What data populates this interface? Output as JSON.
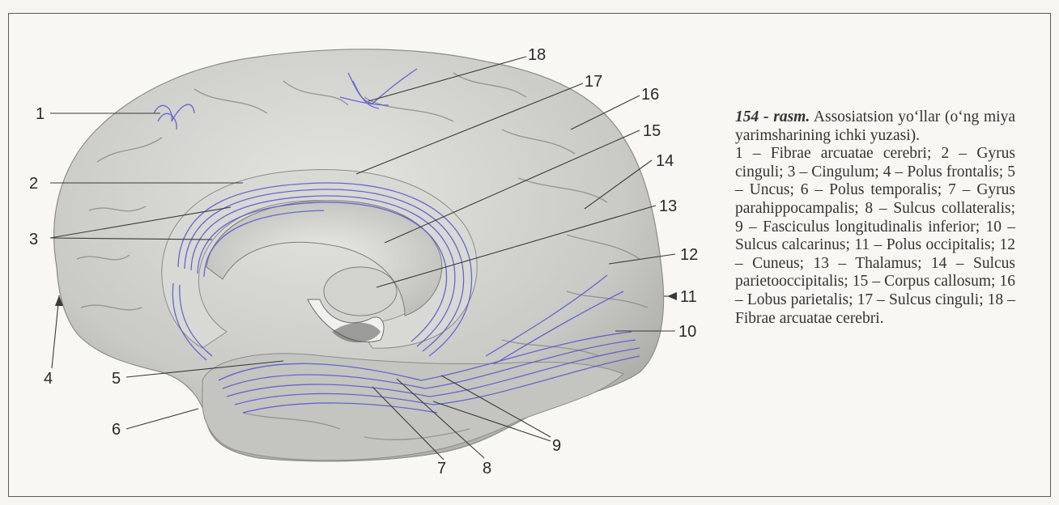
{
  "figure": {
    "number": "154",
    "title_word": "rasm.",
    "caption_head": "Assosiatsion yo‘llar (o‘ng miya yarimsharining ichki yuzasi).",
    "legend": "1 – Fibrae arcuatae cerebri; 2 – Gyrus cinguli; 3 – Cingulum; 4 – Polus frontalis; 5 – Uncus; 6 – Polus temporalis; 7 – Gyrus parahippocampalis; 8 – Sulcus collateralis; 9 – Fasciculus longitudinalis inferior; 10 – Sulcus calcarinus; 11 – Polus occipitalis; 12 – Cuneus; 13 – Thalamus; 14 – Sulcus parietooccipitalis; 15 – Corpus callosum; 16 – Lobus parietalis; 17 – Sulcus cinguli; 18 – Fibrae arcuatae cerebri."
  },
  "labels": [
    "1",
    "2",
    "3",
    "4",
    "5",
    "6",
    "7",
    "8",
    "9",
    "10",
    "11",
    "12",
    "13",
    "14",
    "15",
    "16",
    "17",
    "18"
  ],
  "colors": {
    "fiber": "#5a5ad2",
    "brain": "#cfcfcb",
    "brain_shadow": "#9d9d99",
    "leader": "#3a3a3a"
  }
}
